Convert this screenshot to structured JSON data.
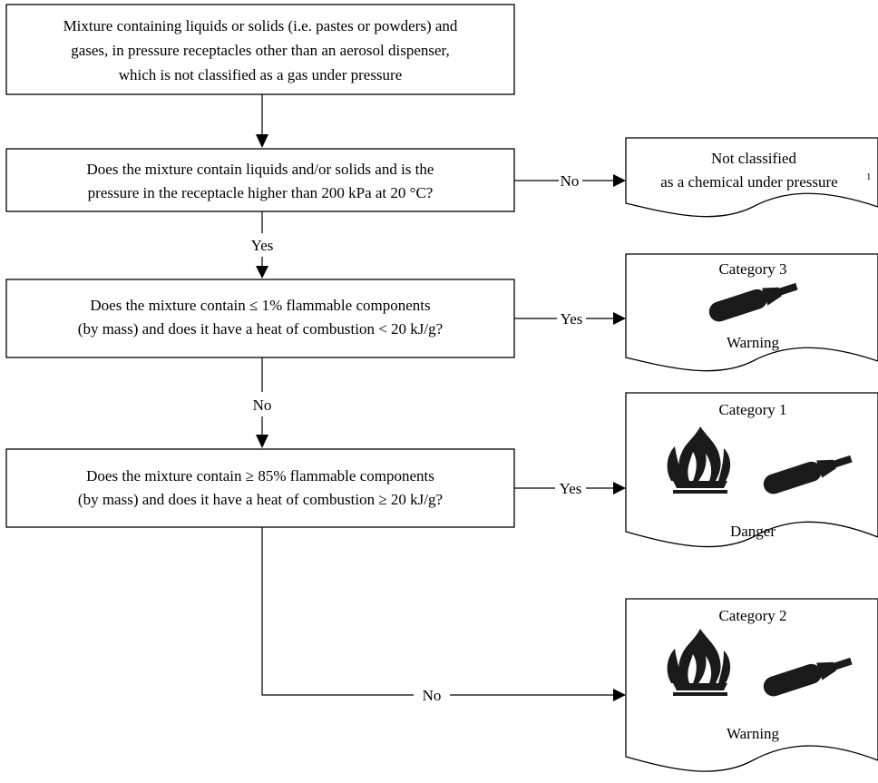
{
  "colors": {
    "stroke": "#000000",
    "fill_shapes": "#1a1a1a",
    "background": "#ffffff"
  },
  "start": {
    "lines": [
      "Mixture containing liquids or solids (i.e. pastes or powders) and",
      "gases, in pressure receptacles other than an aerosol dispenser,",
      "which is not classified as a gas under pressure"
    ]
  },
  "q1": {
    "lines": [
      "Does the mixture contain liquids and/or solids and is the",
      "pressure in the receptacle higher than 200 kPa at 20 °C?"
    ],
    "no_label": "No",
    "yes_label": "Yes"
  },
  "q2": {
    "lines": [
      "Does the mixture contain ≤ 1% flammable components",
      "(by mass) and does it have a heat of combustion < 20 kJ/g?"
    ],
    "yes_label": "Yes",
    "no_label": "No"
  },
  "q3": {
    "lines": [
      "Does the mixture contain ≥ 85%  flammable components",
      "(by mass) and does it have a heat of combustion ≥ 20 kJ/g?"
    ],
    "yes_label": "Yes",
    "no_label": "No"
  },
  "results": {
    "not_classified": {
      "line1": "Not classified",
      "line2": "as a chemical under pressure",
      "footnote": "1"
    },
    "cat3": {
      "title": "Category 3",
      "signal": "Warning",
      "icons": [
        "gas-cylinder-icon"
      ]
    },
    "cat1": {
      "title": "Category 1",
      "signal": "Danger",
      "icons": [
        "flame-icon",
        "gas-cylinder-icon"
      ]
    },
    "cat2": {
      "title": "Category 2",
      "signal": "Warning",
      "icons": [
        "flame-icon",
        "gas-cylinder-icon"
      ]
    }
  }
}
